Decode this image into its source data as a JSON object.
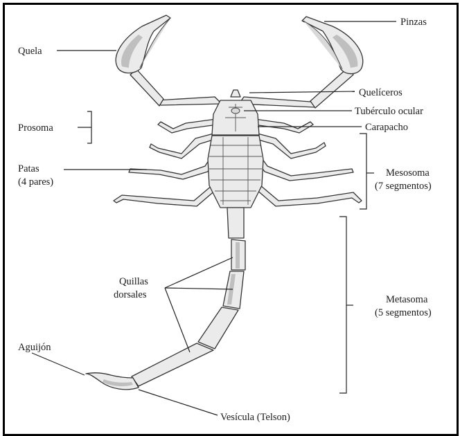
{
  "labels": {
    "pinzas": "Pinzas",
    "quela": "Quela",
    "queliceros": "Quelíceros",
    "tuberculo": "Tubérculo ocular",
    "carapacho": "Carapacho",
    "prosoma": "Prosoma",
    "patas_1": "Patas",
    "patas_2": "(4 pares)",
    "mesosoma_1": "Mesosoma",
    "mesosoma_2": "(7 segmentos)",
    "quillas_1": "Quillas",
    "quillas_2": "dorsales",
    "metasoma_1": "Metasoma",
    "metasoma_2": "(5 segmentos)",
    "aguijon": "Aguijón",
    "vesicula": "Vesícula (Telson)"
  }
}
